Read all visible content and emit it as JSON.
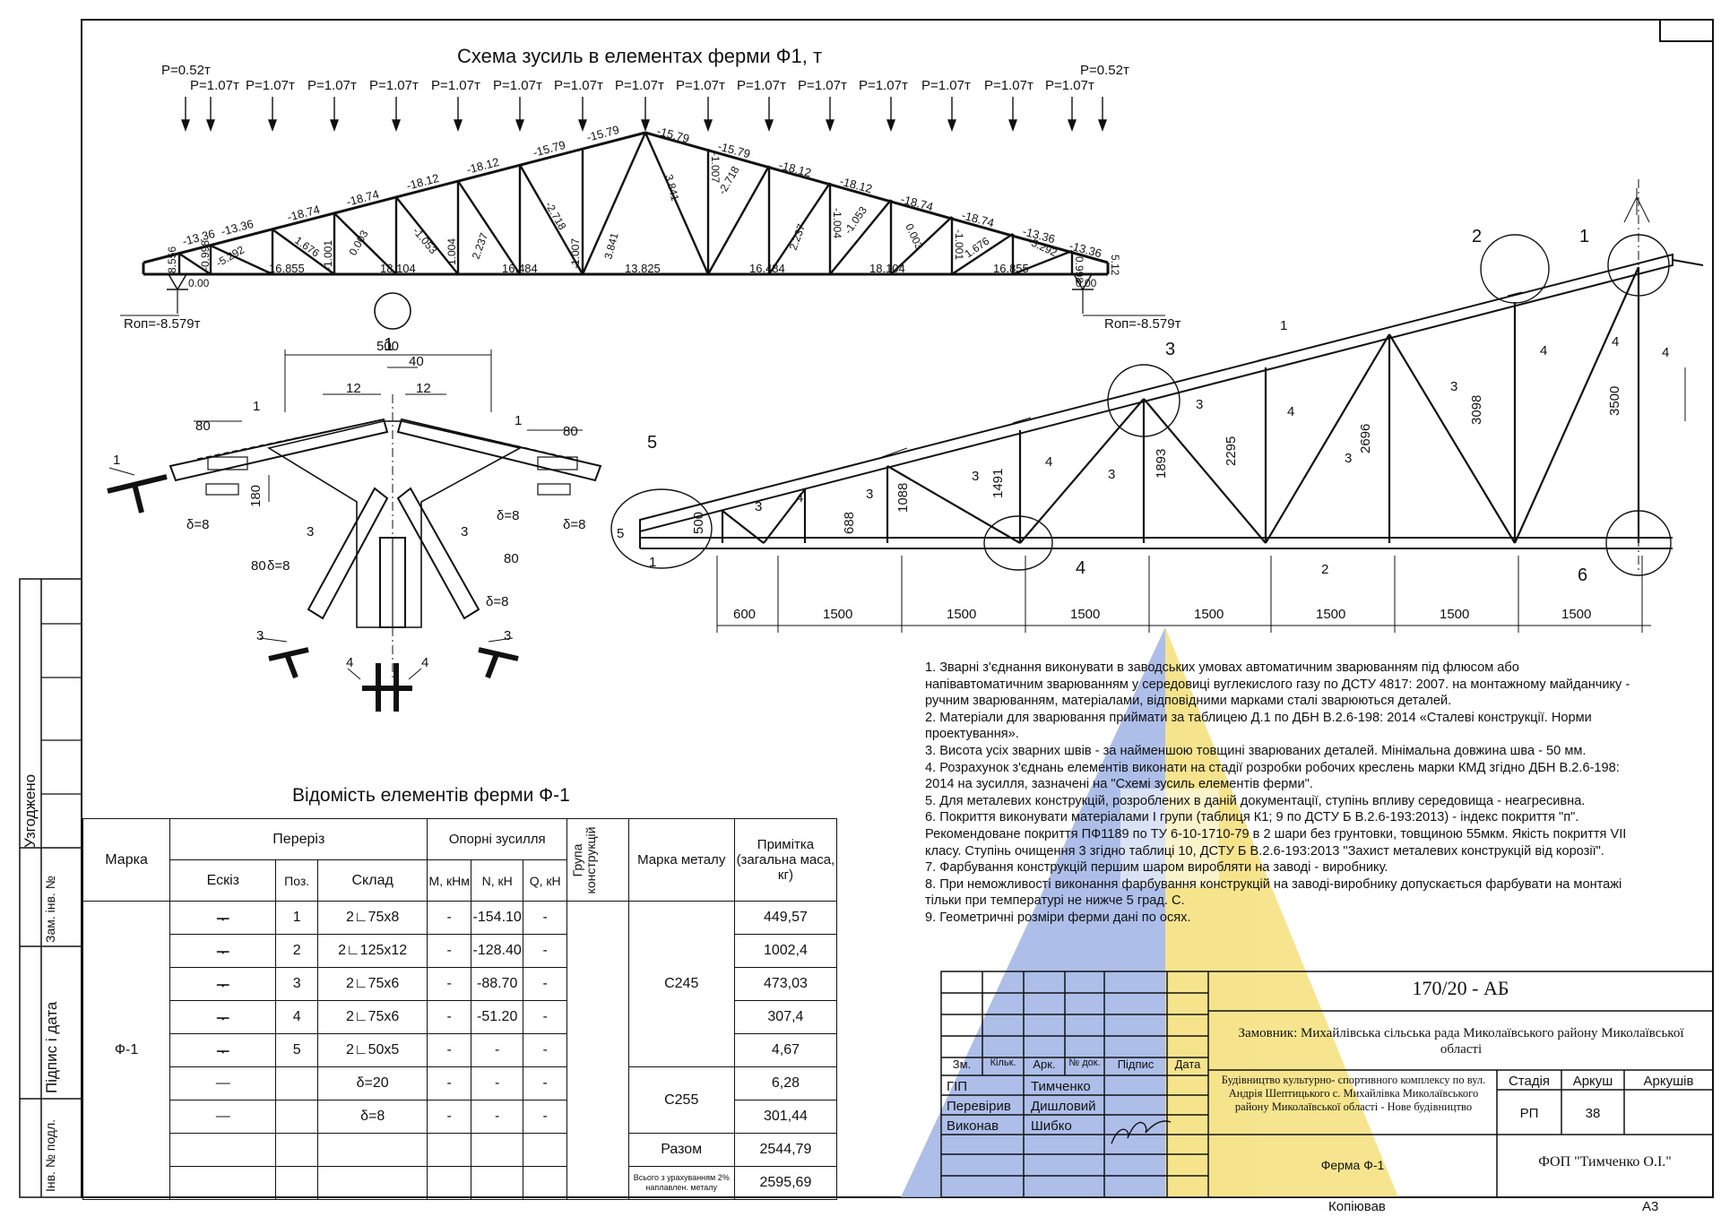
{
  "scheme_title": "Схема зусиль в елементах ферми Ф1, т",
  "loads": {
    "end_left": "P=0.52т",
    "end_right": "P=0.52т",
    "panel": "P=1.07т"
  },
  "reactions": {
    "left": "Rоп=-8.579т",
    "right": "Rоп=-8.579т"
  },
  "bottom_chord_forces": [
    "16.855",
    "18.104",
    "16.484",
    "13.825",
    "16.484",
    "18.104",
    "16.855"
  ],
  "top_chord_forces": [
    "-13.36",
    "-13.36",
    "-18.74",
    "-18.74",
    "-18.12",
    "-18.12",
    "-15.79",
    "-15.79",
    "-15.79",
    "-15.79",
    "-18.12",
    "-18.12",
    "-18.74",
    "-18.74",
    "-13.36",
    "-13.36"
  ],
  "web_forces": [
    "8.556",
    "-0.998",
    "-5.292",
    "1.676",
    "0.003",
    "-1.001",
    "-1.053",
    "-1.004",
    "2.237",
    "-2.718",
    "-1.007",
    "3.841",
    "3.841",
    "-1.007",
    "-2.718",
    "2.237",
    "-1.004",
    "-1.053",
    "-1.001",
    "0.003",
    "1.676",
    "-5.292",
    "-0.998",
    "5.12"
  ],
  "support_values": [
    "0.00",
    "0.00"
  ],
  "node_label": "1",
  "detail_dims": {
    "d500": "500",
    "d40": "40",
    "d12a": "12",
    "d12b": "12",
    "d80a": "80",
    "d80b": "80",
    "d180": "180",
    "d80c": "80",
    "d80d": "80",
    "delta_8": "δ=8"
  },
  "truss_heights": [
    "500",
    "688",
    "1088",
    "1491",
    "1893",
    "2295",
    "2696",
    "3098",
    "3500"
  ],
  "truss_spans": [
    "600",
    "1500",
    "1500",
    "1500",
    "1500",
    "1500",
    "1500",
    "1500"
  ],
  "truss_callouts": [
    "1",
    "2",
    "3",
    "4",
    "5",
    "6"
  ],
  "table": {
    "title": "Відомість елементів ферми Ф-1",
    "headers": {
      "mark": "Марка",
      "section": "Переріз",
      "support_forces": "Опорні зусилля",
      "group": "Група конструкцій",
      "steel": "Марка металу",
      "note": "Примітка (загальна маса, кг)",
      "sketch": "Ескіз",
      "pos": "Поз.",
      "comp": "Склад",
      "m": "М, кНм",
      "n": "N, кН",
      "q": "Q, кН"
    },
    "mark_value": "Ф-1",
    "rows": [
      {
        "pos": "1",
        "comp": "2∟75x8",
        "m": "-",
        "n": "-154.10",
        "q": "-",
        "mass": "449,57"
      },
      {
        "pos": "2",
        "comp": "2∟125x12",
        "m": "-",
        "n": "-128.40",
        "q": "-",
        "mass": "1002,4"
      },
      {
        "pos": "3",
        "comp": "2∟75x6",
        "m": "-",
        "n": "-88.70",
        "q": "-",
        "mass": "473,03"
      },
      {
        "pos": "4",
        "comp": "2∟75x6",
        "m": "-",
        "n": "-51.20",
        "q": "-",
        "mass": "307,4"
      },
      {
        "pos": "5",
        "comp": "2∟50x5",
        "m": "-",
        "n": "-",
        "q": "-",
        "mass": "4,67"
      },
      {
        "pos": "",
        "comp": "δ=20",
        "m": "-",
        "n": "-",
        "q": "-",
        "mass": "6,28"
      },
      {
        "pos": "",
        "comp": "δ=8",
        "m": "-",
        "n": "-",
        "q": "-",
        "mass": "301,44"
      }
    ],
    "steel_a": "С245",
    "steel_b": "С255",
    "total_label": "Разом",
    "total_value": "2544,79",
    "weld_label": "Всього з урахуванням 2% наплавлен. металу",
    "weld_value": "2595,69"
  },
  "notes": [
    "1. Зварні з'єднання виконувати в заводських умовах автоматичним зварюванням під флюсом або",
    "напівавтоматичним зварюванням у середовиці вуглекислого газу по ДСТУ 4817: 2007. на монтажному майданчику -",
    "ручним зварюванням, матеріалами, відповідними марками сталі зварюються деталей.",
    "2. Матеріали для зварювання приймати за таблицею Д.1 по ДБН В.2.6-198: 2014 «Сталеві конструкції. Норми",
    "проектування».",
    "3. Висота усіх зварних швів - за найменшою товщині зварюваних деталей. Мінімальна довжина шва - 50 мм.",
    "4. Розрахунок з'єднань елементів виконати на стадії розробки робочих креслень марки КМД згідно ДБН В.2.6-198:",
    "2014 на зусилля, зазначені на \"Схемі зусиль елементів ферми\".",
    "5. Для металевих конструкцій, розроблених в даній документації, ступінь впливу середовища - неагресивна.",
    "6. Покриття виконувати матеріалами I групи (таблиця К1; 9 по ДСТУ Б В.2.6-193:2013) - індекс покриття \"п\".",
    "Рекомендоване покриття ПФ1189 по ТУ 6-10-1710-79 в 2 шари без грунтовки, товщиною 55мкм. Якість покриття VII",
    "класу. Ступінь очищення 3 згідно таблиці 10, ДСТУ Б В.2.6-193:2013 \"Захист металевих конструкцій від корозії\".",
    "7. Фарбування конструкцій першим шаром виробляти на заводі - виробнику.",
    "8. При неможливості виконання фарбування конструкцій на заводі-виробнику допускається фарбувати на монтажі",
    "тільки при температурі не нижче 5 град. С.",
    "9. Геометричні розміри ферми дані по осях."
  ],
  "stamp": {
    "code": "170/20 - АБ",
    "customer": "Замовник: Михайлівська сільська рада Миколаївського району Миколаївської області",
    "project": "Будівництво культурно- спортивного комплексу по вул. Андрія Шептицького с. Михайлівка Миколаївського району Миколаївської області - Нове будівництво",
    "sheet_title": "Ферма Ф-1",
    "company": "ФОП \"Тимченко О.І.\"",
    "stage_label": "Стадія",
    "sheet_label": "Аркуш",
    "sheets_label": "Аркушів",
    "stage": "РП",
    "sheet": "38",
    "col_heads": [
      "Зм.",
      "Кільк.",
      "Арк.",
      "№ док.",
      "Підпис",
      "Дата"
    ],
    "roles": [
      {
        "role": "ГІП",
        "name": "Тимченко"
      },
      {
        "role": "Перевірив",
        "name": "Дишловий"
      },
      {
        "role": "Виконав",
        "name": "Шибко"
      }
    ]
  },
  "footer": {
    "copied": "Копіював",
    "format": "А3"
  },
  "side_labels": {
    "agreed": "Узгоджено",
    "inv_zam": "Зам. інв. №",
    "sign_date": "Підпис і дата",
    "inv_orig": "Інв. № подл."
  }
}
